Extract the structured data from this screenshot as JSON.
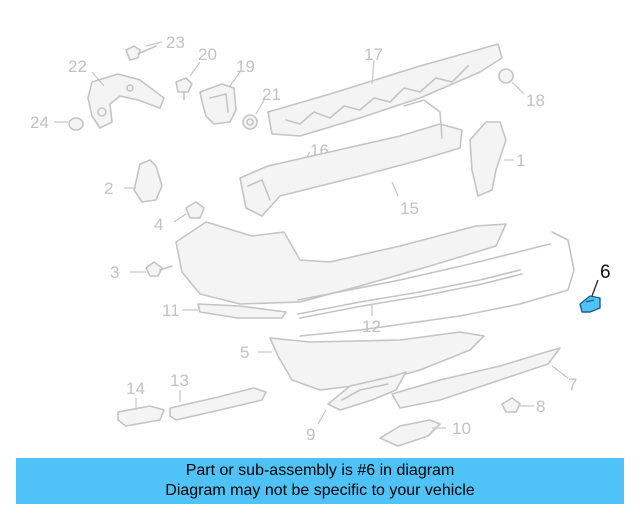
{
  "diagram": {
    "highlight_color": "#4fc3f7",
    "part_color": "#c4c4c4",
    "callouts": {
      "n1": "1",
      "n2": "2",
      "n3": "3",
      "n4": "4",
      "n5": "5",
      "n6": "6",
      "n7": "7",
      "n8": "8",
      "n9": "9",
      "n10": "10",
      "n11": "11",
      "n12": "12",
      "n13": "13",
      "n14": "14",
      "n15": "15",
      "n16": "16",
      "n17": "17",
      "n18": "18",
      "n19": "19",
      "n20": "20",
      "n21": "21",
      "n22": "22",
      "n23": "23",
      "n24": "24"
    },
    "highlighted_part": "6"
  },
  "caption": {
    "line1": "Part or sub-assembly is #6 in diagram",
    "line2": "Diagram may not be specific to your vehicle",
    "background": "#4fc3f7"
  }
}
